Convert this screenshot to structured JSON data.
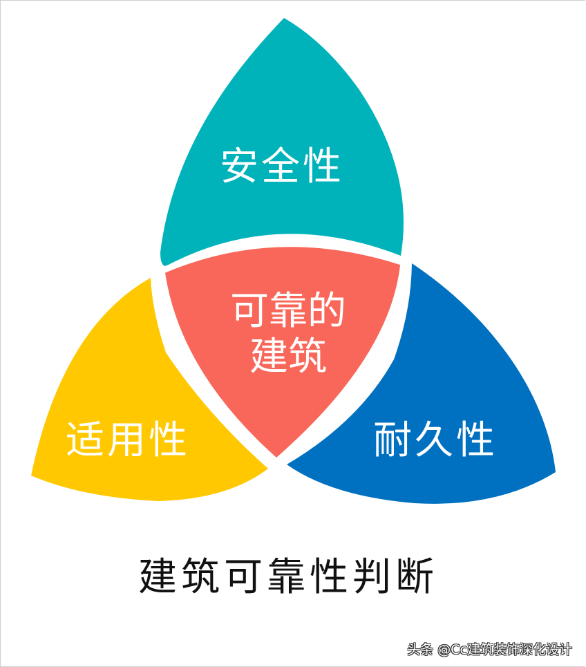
{
  "diagram": {
    "type": "venn-three-petal",
    "center": {
      "label_line1": "可靠的",
      "label_line2": "建筑",
      "color": "#F8675A"
    },
    "petals": [
      {
        "id": "safety",
        "label": "安全性",
        "color": "#00B3BA",
        "position": "top"
      },
      {
        "id": "applicability",
        "label": "适用性",
        "color": "#FFC800",
        "position": "bottom-left"
      },
      {
        "id": "durability",
        "label": "耐久性",
        "color": "#0070C0",
        "position": "bottom-right"
      }
    ]
  },
  "title": "建筑可靠性判断",
  "watermark": "头条 @Cc建筑装饰深化设计"
}
